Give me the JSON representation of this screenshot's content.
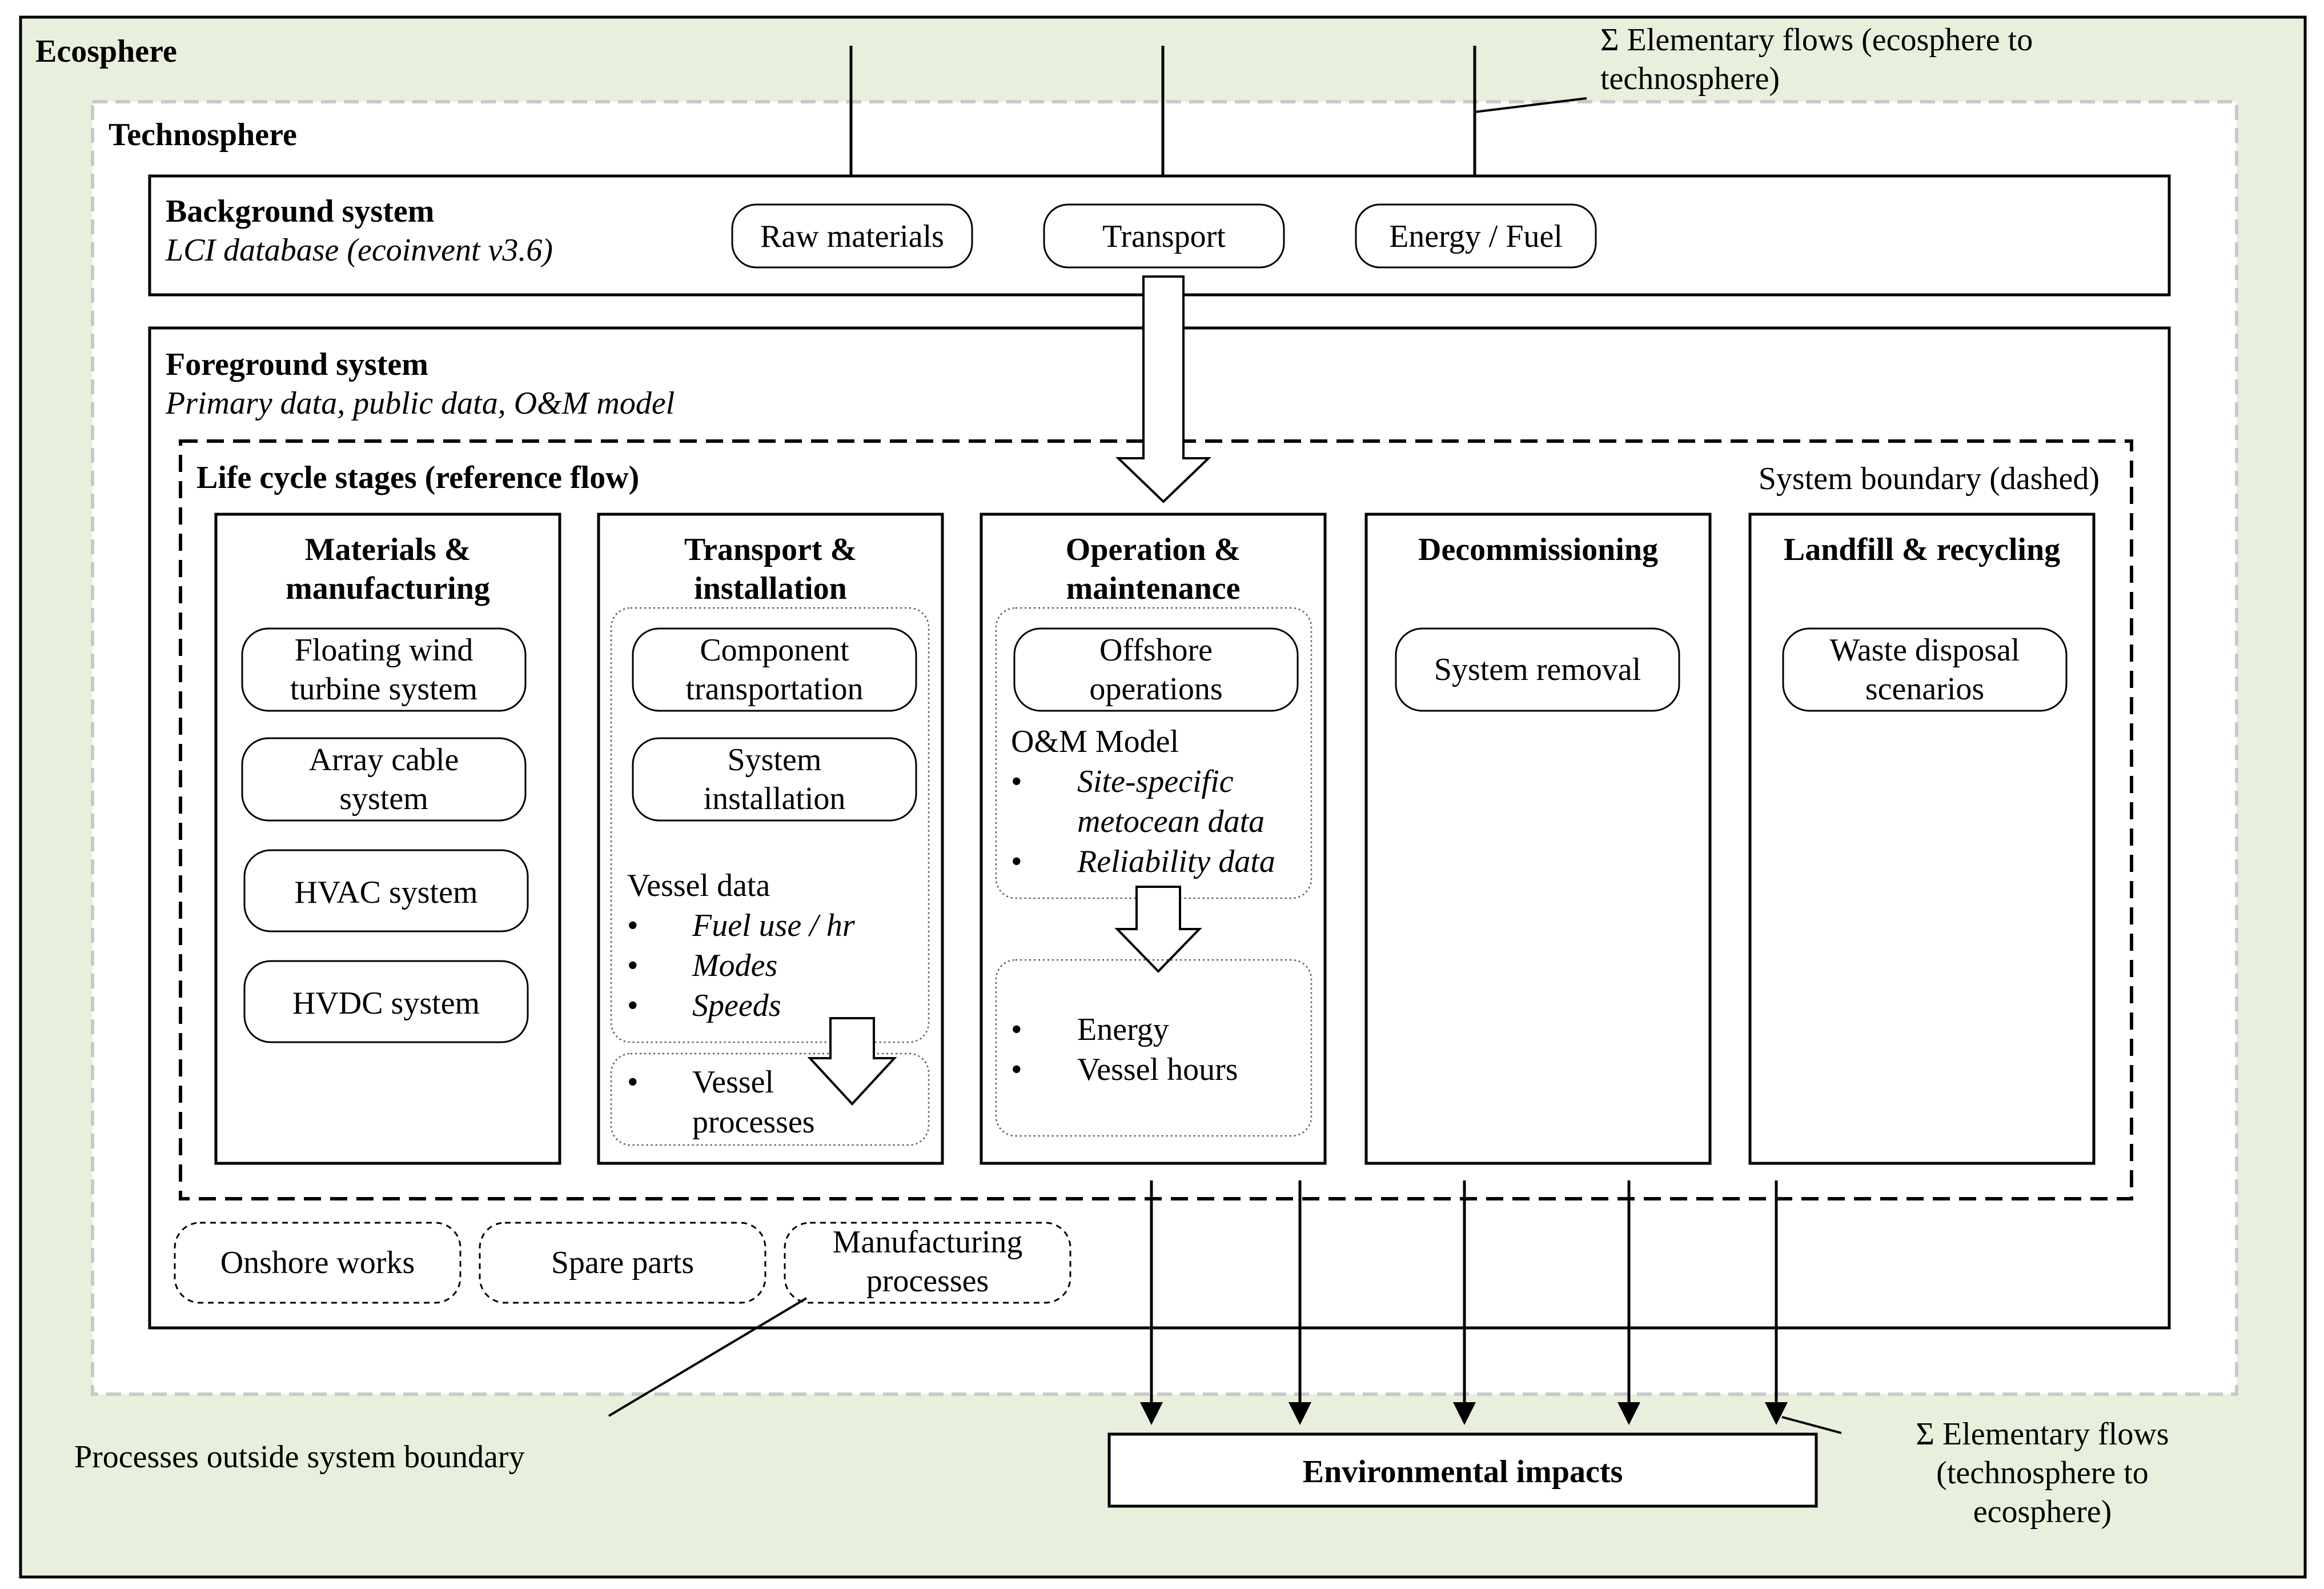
{
  "ecosphere": {
    "title": "Ecosphere",
    "color": "#e9efdd"
  },
  "technosphere": {
    "title": "Technosphere",
    "boundary_color": "#c9c9c9"
  },
  "elementary_in": {
    "line1": "Σ Elementary flows (ecosphere to",
    "line2": "technosphere)"
  },
  "background": {
    "title": "Background system",
    "subtitle": "LCI database (ecoinvent v3.6)",
    "boxes": [
      "Raw materials",
      "Transport",
      "Energy / Fuel"
    ]
  },
  "foreground": {
    "title": "Foreground system",
    "subtitle": "Primary data, public data, O&M model"
  },
  "lifecycle": {
    "title": "Life cycle stages (reference flow)",
    "boundary_label": "System boundary (dashed)"
  },
  "stages": {
    "materials": {
      "title": [
        "Materials &",
        "manufacturing"
      ],
      "boxes": [
        [
          "Floating wind",
          "turbine system"
        ],
        [
          "Array cable",
          "system"
        ],
        [
          "HVAC system"
        ],
        [
          "HVDC system"
        ]
      ]
    },
    "transport": {
      "title": [
        "Transport &",
        "installation"
      ],
      "boxes": [
        [
          "Component",
          "transportation"
        ],
        [
          "System",
          "installation"
        ]
      ],
      "vessel_heading": "Vessel data",
      "vessel_items": [
        "Fuel use / hr",
        "Modes",
        "Speeds"
      ],
      "bullet": "•",
      "output": [
        "Vessel",
        "processes"
      ]
    },
    "operation": {
      "title": [
        "Operation &",
        "maintenance"
      ],
      "box": [
        "Offshore",
        "operations"
      ],
      "model_heading": "O&M Model",
      "model_items": [
        [
          "Site-specific",
          "metocean data"
        ],
        [
          "Reliability data"
        ]
      ],
      "outputs": [
        "Energy",
        "Vessel hours"
      ]
    },
    "decommissioning": {
      "title": "Decommissioning",
      "box": "System removal"
    },
    "landfill": {
      "title": "Landfill & recycling",
      "box": [
        "Waste disposal",
        "scenarios"
      ]
    }
  },
  "outside": {
    "boxes": [
      [
        "Onshore works"
      ],
      [
        "Spare parts"
      ],
      [
        "Manufacturing",
        "processes"
      ]
    ],
    "note": "Processes outside system boundary"
  },
  "impacts": {
    "title": "Environmental impacts"
  },
  "elementary_out": {
    "lines": [
      "Σ Elementary flows",
      "(technosphere to",
      "ecosphere)"
    ]
  }
}
